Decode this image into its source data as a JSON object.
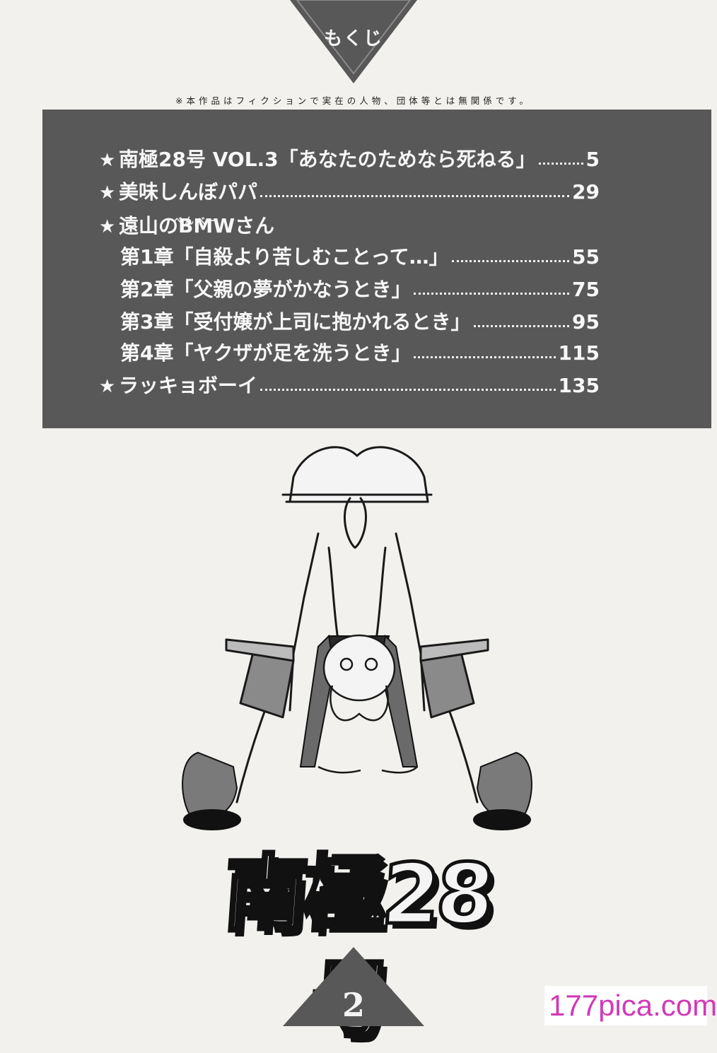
{
  "header": {
    "label": "もくじ"
  },
  "disclaimer": "※本作品はフィクションで実在の人物、団体等とは無関係です。",
  "toc": {
    "entries": [
      {
        "star": "★",
        "title": "南極28号 VOL.3「あなたのためなら死ねる」",
        "page": "5"
      },
      {
        "star": "★",
        "title": "美味しんぼパパ",
        "page": "29"
      },
      {
        "star": "★",
        "title": "遠山のBMWさん",
        "page": ""
      },
      {
        "star": "",
        "title": "第1章「自殺より苦しむことって…」",
        "page": "55"
      },
      {
        "star": "",
        "title": "第2章「父親の夢がかなうとき」",
        "page": "75"
      },
      {
        "star": "",
        "title": "第3章「受付嬢が上司に抱かれるとき」",
        "page": "95"
      },
      {
        "star": "",
        "title": "第4章「ヤクザが足を洗うとき」",
        "page": "115"
      },
      {
        "star": "★",
        "title": "ラッキョボーイ",
        "page": "135"
      }
    ],
    "ruby": "べんべー"
  },
  "logo": "南極28号",
  "page_number": "2",
  "watermark": "177pica.com",
  "colors": {
    "panel": "#585858",
    "paper": "#f2f1ee",
    "watermark": "#d13ab8"
  }
}
